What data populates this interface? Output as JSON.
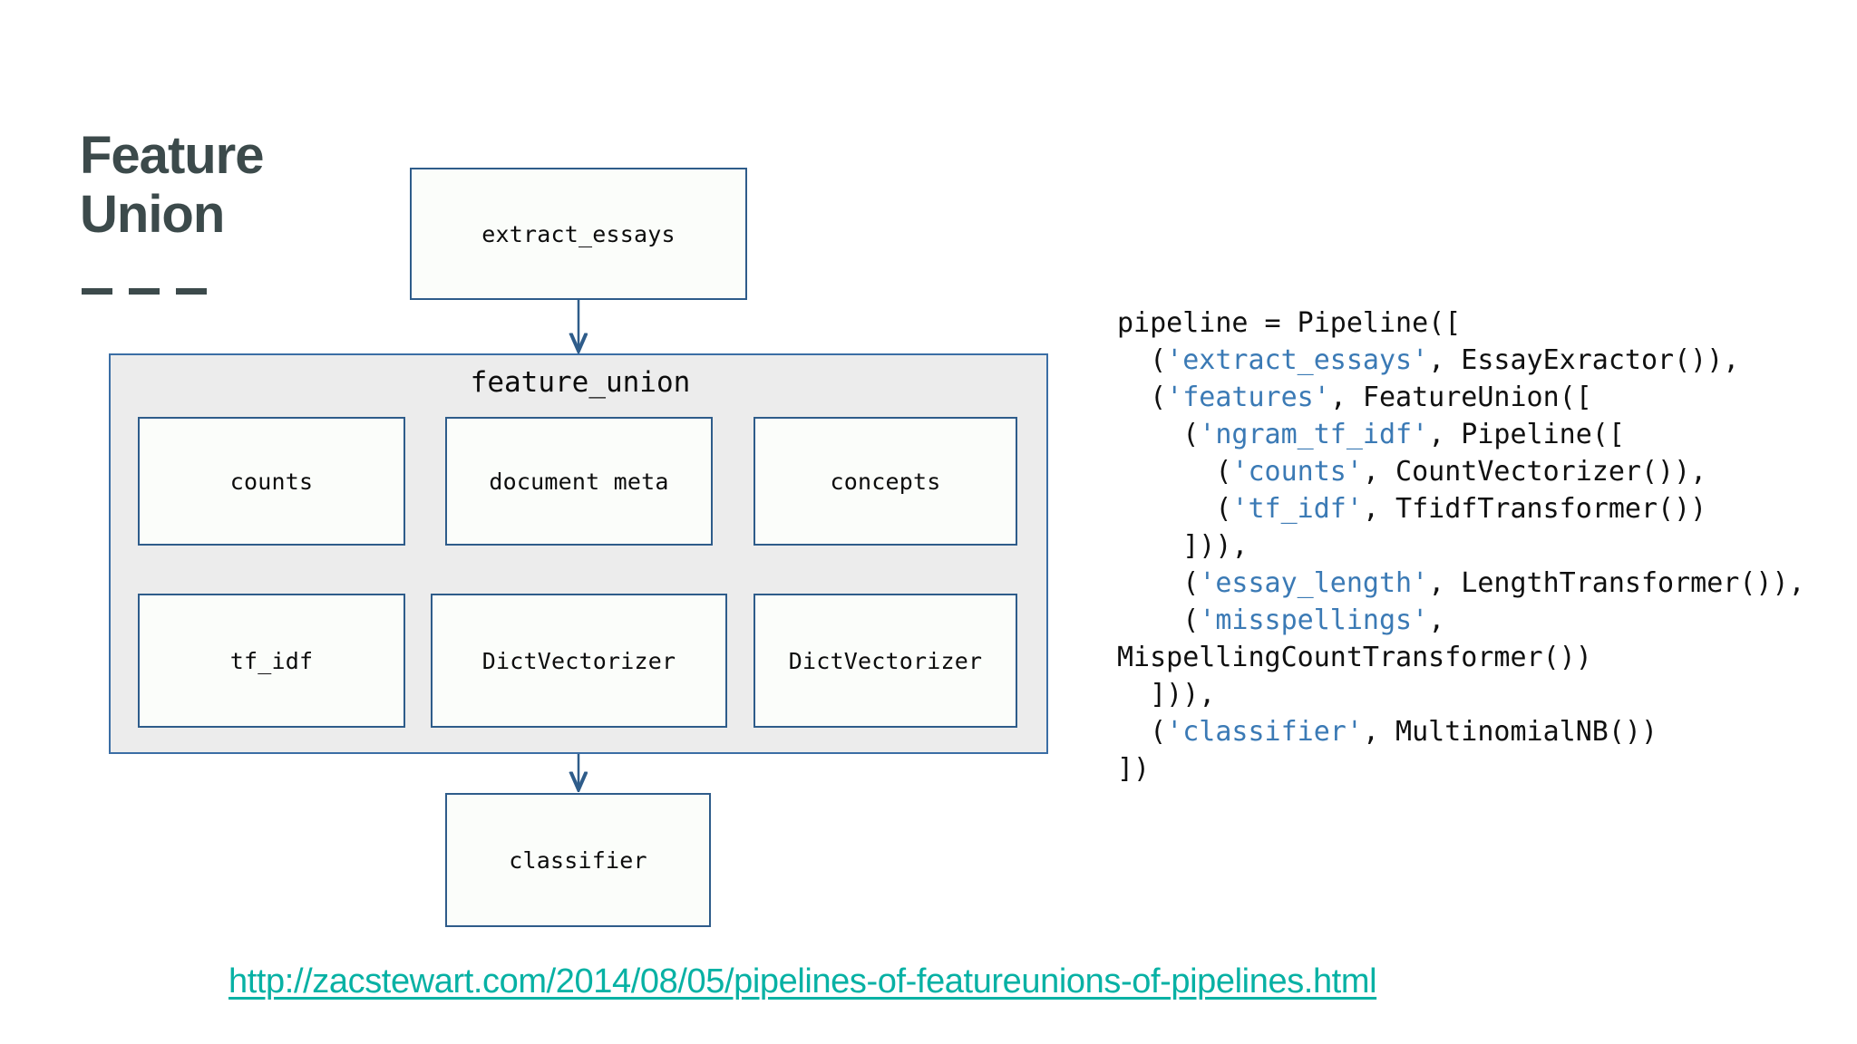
{
  "slide": {
    "title": "Feature\nUnion",
    "title_color": "#3c4a4b",
    "background": "#ffffff"
  },
  "diagram": {
    "accent_border": "#2e5c8a",
    "node_fill": "#fbfdfa",
    "group_fill": "#ececec",
    "arrow_color": "#2e5c8a",
    "top_node": {
      "label": "extract_essays"
    },
    "group": {
      "label": "feature_union",
      "row1": [
        {
          "label": "counts"
        },
        {
          "label": "document meta"
        },
        {
          "label": "concepts"
        }
      ],
      "row2": [
        {
          "label": "tf_idf"
        },
        {
          "label": "DictVectorizer"
        },
        {
          "label": "DictVectorizer"
        }
      ]
    },
    "bottom_node": {
      "label": "classifier"
    }
  },
  "code": {
    "string_color": "#3b7ab5",
    "text_color": "#101010",
    "lines": [
      [
        {
          "t": "pipeline = Pipeline([",
          "k": "plain"
        }
      ],
      [
        {
          "t": "  (",
          "k": "plain"
        },
        {
          "t": "'extract_essays'",
          "k": "str"
        },
        {
          "t": ", EssayExractor()),",
          "k": "plain"
        }
      ],
      [
        {
          "t": "  (",
          "k": "plain"
        },
        {
          "t": "'features'",
          "k": "str"
        },
        {
          "t": ", FeatureUnion([",
          "k": "plain"
        }
      ],
      [
        {
          "t": "    (",
          "k": "plain"
        },
        {
          "t": "'ngram_tf_idf'",
          "k": "str"
        },
        {
          "t": ", Pipeline([",
          "k": "plain"
        }
      ],
      [
        {
          "t": "      (",
          "k": "plain"
        },
        {
          "t": "'counts'",
          "k": "str"
        },
        {
          "t": ", CountVectorizer()),",
          "k": "plain"
        }
      ],
      [
        {
          "t": "      (",
          "k": "plain"
        },
        {
          "t": "'tf_idf'",
          "k": "str"
        },
        {
          "t": ", TfidfTransformer())",
          "k": "plain"
        }
      ],
      [
        {
          "t": "    ])),",
          "k": "plain"
        }
      ],
      [
        {
          "t": "    (",
          "k": "plain"
        },
        {
          "t": "'essay_length'",
          "k": "str"
        },
        {
          "t": ", LengthTransformer()),",
          "k": "plain"
        }
      ],
      [
        {
          "t": "    (",
          "k": "plain"
        },
        {
          "t": "'misspellings'",
          "k": "str"
        },
        {
          "t": ",",
          "k": "plain"
        }
      ],
      [
        {
          "t": "MispellingCountTransformer())",
          "k": "plain"
        }
      ],
      [
        {
          "t": "  ])),",
          "k": "plain"
        }
      ],
      [
        {
          "t": "  (",
          "k": "plain"
        },
        {
          "t": "'classifier'",
          "k": "str"
        },
        {
          "t": ", MultinomialNB())",
          "k": "plain"
        }
      ],
      [
        {
          "t": "])",
          "k": "plain"
        }
      ]
    ]
  },
  "footer": {
    "link_text": "http://zacstewart.com/2014/08/05/pipelines-of-featureunions-of-pipelines.html",
    "link_color": "#07b1a4"
  }
}
